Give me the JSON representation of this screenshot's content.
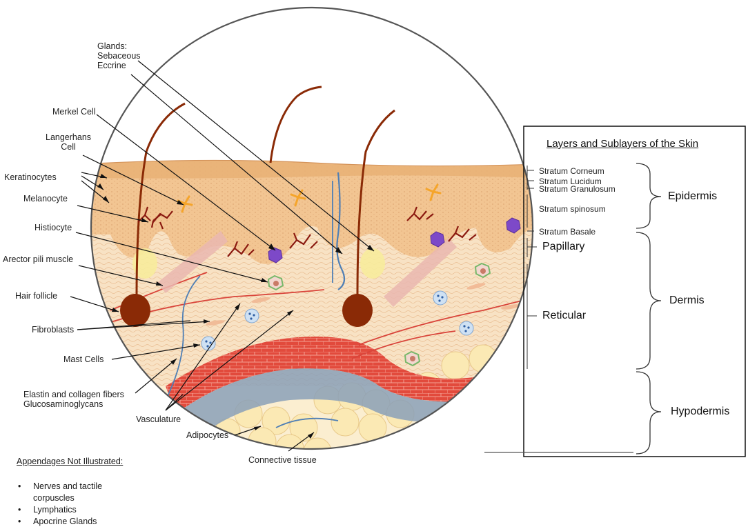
{
  "labels": {
    "glands": [
      "Glands:",
      "Sebaceous",
      "Eccrine"
    ],
    "merkel": "Merkel Cell",
    "langerhans": [
      "Langerhans",
      "Cell"
    ],
    "keratinocytes": "Keratinocytes",
    "melanocyte": "Melanocyte",
    "histiocyte": "Histiocyte",
    "arrector": "Arector pili muscle",
    "follicle": "Hair follicle",
    "fibroblasts": "Fibroblasts",
    "mast": "Mast Cells",
    "elastin": [
      "Elastin and collagen fibers",
      "Glucosaminoglycans"
    ],
    "vasculature": "Vasculature",
    "adipocytes": "Adipocytes",
    "connective": "Connective tissue"
  },
  "legend_box": {
    "title": "Layers and Sublayers of the Skin",
    "sublayers": [
      "Stratum Corneum",
      "Stratum Lucidum",
      "Stratum Granulosum",
      "Stratum spinosum",
      "Stratum Basale"
    ],
    "dermis_sublayers": [
      "Papillary",
      "Reticular"
    ],
    "layers": [
      "Epidermis",
      "Dermis",
      "Hypodermis"
    ]
  },
  "appendices": {
    "title": "Appendages Not Illustrated:",
    "items": [
      "Nerves and tactile corpuscles",
      "Lymphatics",
      "Apocrine Glands"
    ],
    "item_lines": [
      [
        "Nerves and tactile",
        "corpuscles"
      ],
      [
        "Lymphatics"
      ],
      [
        "Apocrine Glands"
      ]
    ]
  },
  "colors": {
    "epidermis": "#f2c592",
    "corneum": "#e9b177",
    "dermis": "#f8e2c4",
    "hair": "#8a2a06",
    "vessel_red": "#d9443a",
    "vessel_blue": "#8aa0b8",
    "adipocyte": "#fbe9b4",
    "melanocyte": "#8b1a10",
    "langerhans": "#f5a52b",
    "merkel": "#7d49c8",
    "histiocyte": "#78b86a"
  }
}
